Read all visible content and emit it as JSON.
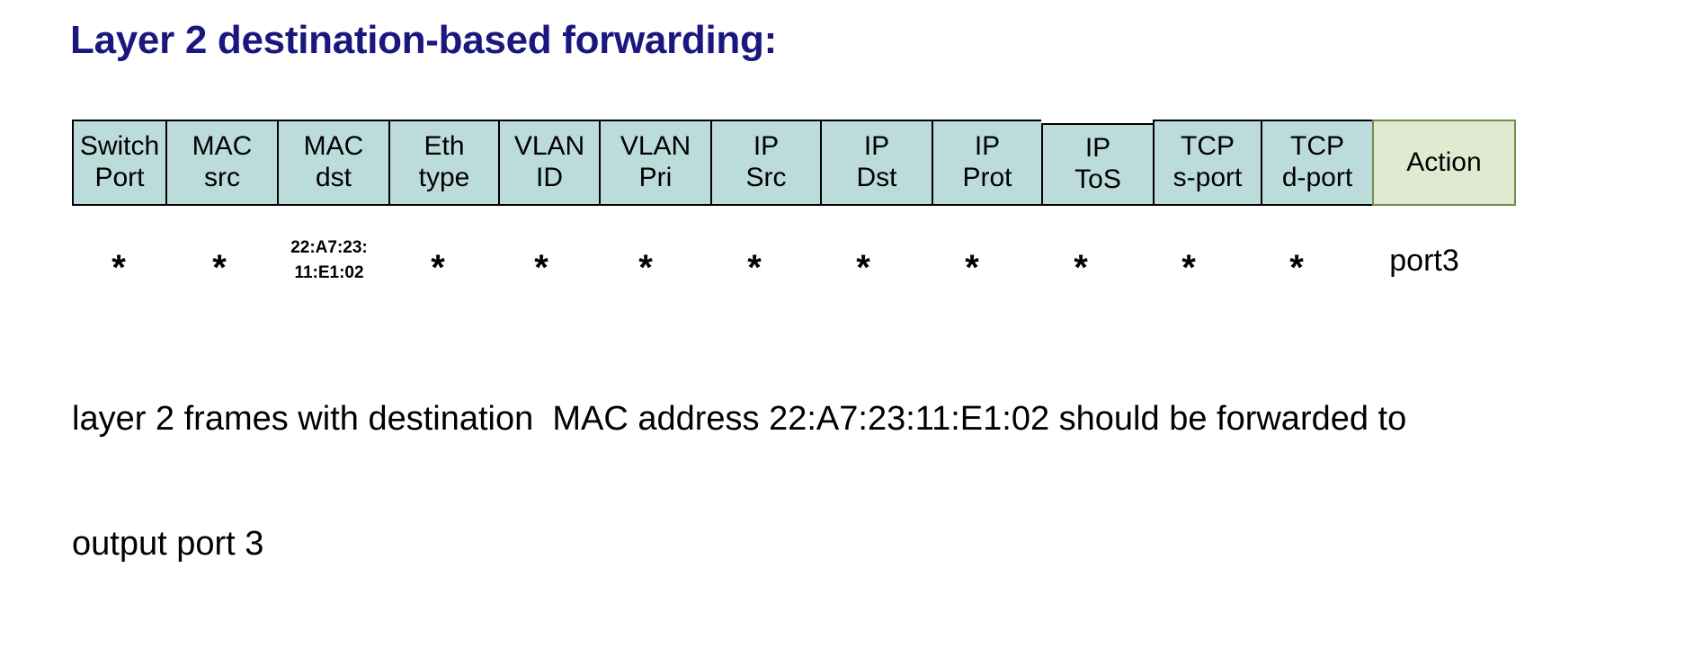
{
  "slide": {
    "title": "Layer 2 destination-based forwarding:",
    "title_color": "#1a177f",
    "background_color": "#ffffff"
  },
  "flow_table": {
    "match_fill_color": "#bcdcdc",
    "match_border_color": "#000000",
    "action_fill_color": "#dfead0",
    "action_border_color": "#788b4e",
    "headers": [
      {
        "line1": "Switch",
        "line2": "Port",
        "width": 104
      },
      {
        "line1": "MAC",
        "line2": "src",
        "width": 124
      },
      {
        "line1": "MAC",
        "line2": "dst",
        "width": 124
      },
      {
        "line1": "Eth",
        "line2": "type",
        "width": 122
      },
      {
        "line1": "VLAN",
        "line2": "ID",
        "width": 112
      },
      {
        "line1": "VLAN",
        "line2": "Pri",
        "width": 124
      },
      {
        "line1": "IP",
        "line2": "Src",
        "width": 122
      },
      {
        "line1": "IP",
        "line2": "Dst",
        "width": 124
      },
      {
        "line1": "IP",
        "line2": "Prot",
        "width": 122
      },
      {
        "line1": "IP",
        "line2": "ToS",
        "width": 124
      },
      {
        "line1": "TCP",
        "line2": "s-port",
        "width": 120
      },
      {
        "line1": "TCP",
        "line2": "d-port",
        "width": 124
      }
    ],
    "action_header": "Action",
    "row": {
      "values": [
        {
          "type": "wildcard",
          "text": "*"
        },
        {
          "type": "wildcard",
          "text": "*"
        },
        {
          "type": "mac",
          "line1": "22:A7:23:",
          "line2": "11:E1:02"
        },
        {
          "type": "wildcard",
          "text": "*"
        },
        {
          "type": "wildcard",
          "text": "*"
        },
        {
          "type": "wildcard",
          "text": "*"
        },
        {
          "type": "wildcard",
          "text": "*"
        },
        {
          "type": "wildcard",
          "text": "*"
        },
        {
          "type": "wildcard",
          "text": "*"
        },
        {
          "type": "wildcard",
          "text": "*"
        },
        {
          "type": "wildcard",
          "text": "*"
        },
        {
          "type": "wildcard",
          "text": "*"
        }
      ],
      "action_value": "port3"
    }
  },
  "caption": {
    "line1": "layer 2 frames with destination  MAC address 22:A7:23:11:E1:02 should be forwarded to",
    "line2": "output port 3"
  }
}
